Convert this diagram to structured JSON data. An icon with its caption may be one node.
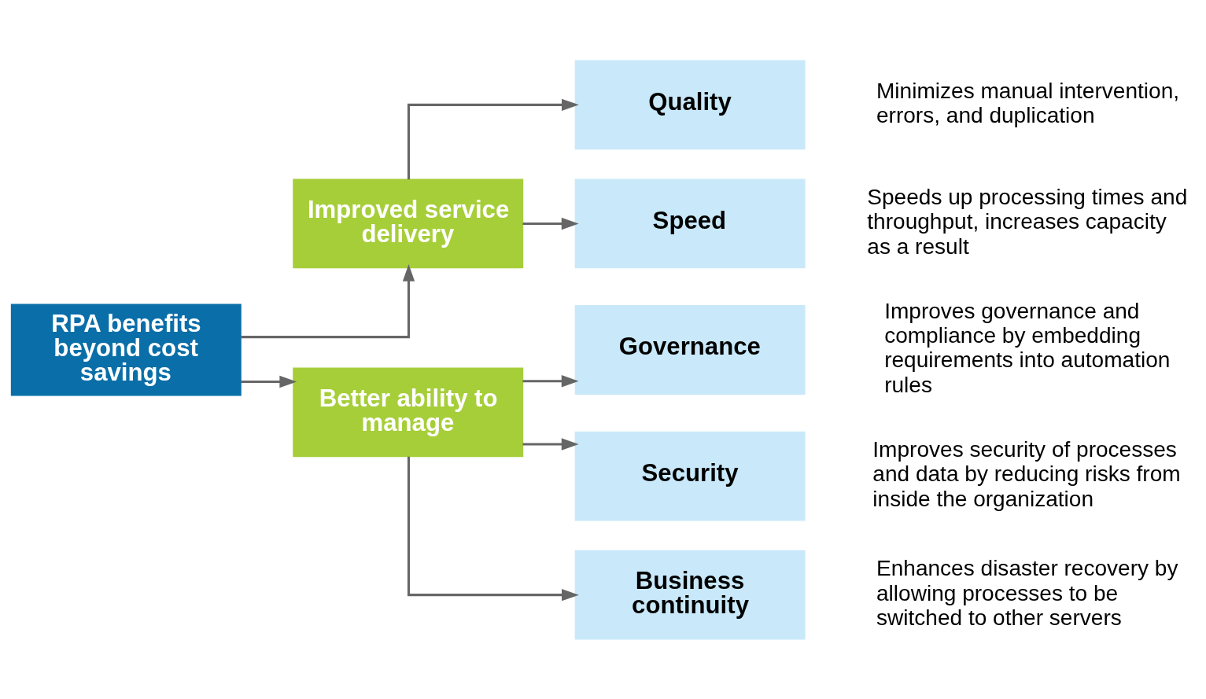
{
  "diagram": {
    "nodes": [
      {
        "text": [
          "RPA benefits beyond cost savings"
        ]
      },
      {
        "text": [
          "Improved service delivery"
        ]
      },
      {
        "text": [
          "Better ability to manage"
        ]
      },
      {
        "text": [
          "Quality"
        ],
        "beside": [
          "Minimizes manual intervention, errors, and duplication"
        ]
      },
      {
        "text": [
          "Speed"
        ],
        "beside": [
          "Speeds up processing times and throughput, increases capacity as a result"
        ]
      },
      {
        "text": [
          "Governance"
        ],
        "beside": [
          "Improves governance and compliance by embedding requirements into automation rules"
        ]
      },
      {
        "text": [
          "Security"
        ],
        "beside": [
          "Improves security of processes and data by reducing risks from inside the organization"
        ]
      },
      {
        "text": [
          "Business continuity"
        ],
        "beside": [
          "Enhances disaster recovery by allowing processes to be switched to other servers"
        ]
      }
    ],
    "edges": [
      {
        "from": 0,
        "to": 1,
        "arrow": "to"
      },
      {
        "from": 0,
        "to": 2,
        "arrow": "to"
      },
      {
        "from": 1,
        "to": 3,
        "arrow": "to"
      },
      {
        "from": 1,
        "to": 4,
        "arrow": "to"
      },
      {
        "from": 2,
        "to": 5,
        "arrow": "to"
      },
      {
        "from": 2,
        "to": 6,
        "arrow": "to"
      },
      {
        "from": 2,
        "to": 7,
        "arrow": "to"
      }
    ]
  }
}
